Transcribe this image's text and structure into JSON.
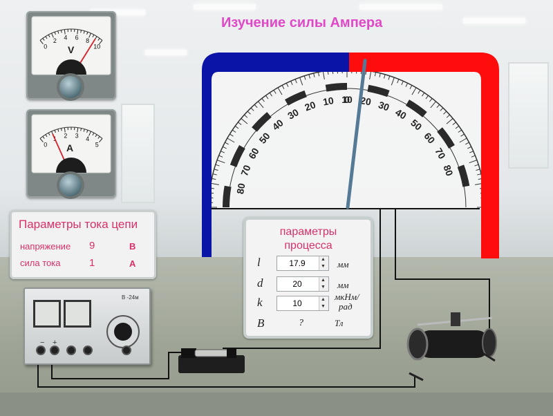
{
  "title": "Изучение силы Ампера",
  "voltmeter": {
    "unit": "V",
    "scale_labels": [
      "0",
      "2",
      "4",
      "6",
      "8",
      "10"
    ],
    "needle_value": 9,
    "scale_max": 10
  },
  "ammeter": {
    "unit": "A",
    "scale_labels": [
      "0",
      "1",
      "2",
      "3",
      "4",
      "5"
    ],
    "needle_value": 1,
    "scale_max": 5
  },
  "protractor": {
    "left_labels": [
      "0",
      "10",
      "20",
      "30",
      "40",
      "50",
      "60",
      "70",
      "80"
    ],
    "right_labels": [
      "0",
      "10",
      "20",
      "30",
      "40",
      "50",
      "60",
      "70",
      "80"
    ],
    "needle_deflection_deg": 7
  },
  "circuit_params": {
    "heading": "Параметры тока цепи",
    "voltage_label": "напряжение",
    "voltage_value": "9",
    "voltage_unit": "В",
    "current_label": "сила тока",
    "current_value": "1",
    "current_unit": "А"
  },
  "process_params": {
    "heading_line1": "параметры",
    "heading_line2": "процесса",
    "l": {
      "symbol": "l",
      "value": "17.9",
      "unit": "мм"
    },
    "d": {
      "symbol": "d",
      "value": "20",
      "unit": "мм"
    },
    "k": {
      "symbol": "k",
      "value": "10",
      "unit_line1": "мкНм/",
      "unit_line2": "рад"
    },
    "B": {
      "symbol": "B",
      "value": "?",
      "unit": "Тл"
    }
  },
  "power_supply": {
    "model_label": "В -24м",
    "jack_minus": "−",
    "jack_plus": "+"
  },
  "colors": {
    "title": "#e048c8",
    "panel_text": "#d8306a",
    "magnet_north": "#ff0d0d",
    "magnet_south": "#0a14a6"
  }
}
